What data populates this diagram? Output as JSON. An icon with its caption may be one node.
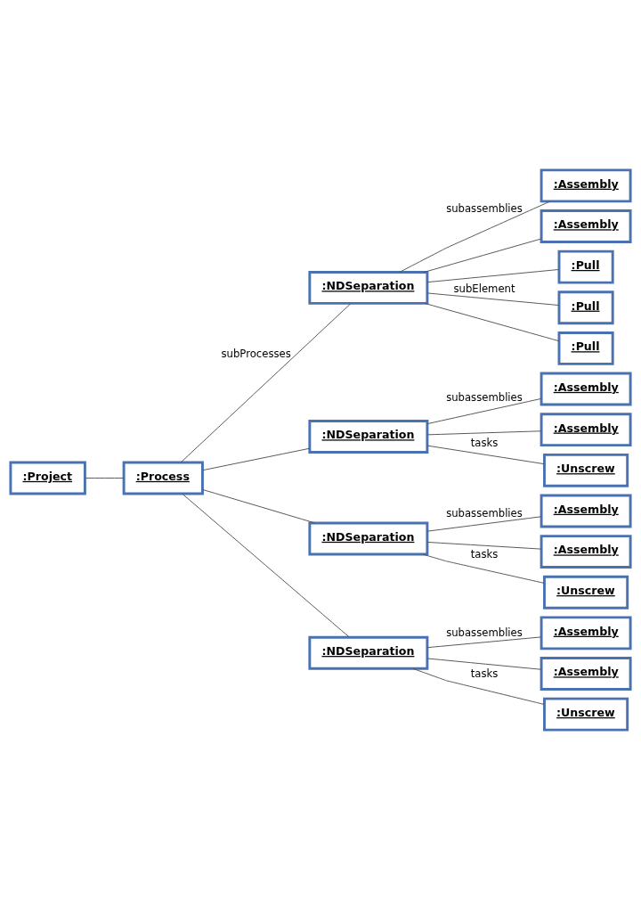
{
  "diagram": {
    "nodes": [
      {
        "text": [
          ":Project"
        ]
      },
      {
        "text": [
          ":Process"
        ]
      },
      {
        "text": [
          ":NDSeparation"
        ]
      },
      {
        "text": [
          ":Assembly"
        ]
      },
      {
        "text": [
          ":Assembly"
        ]
      },
      {
        "text": [
          ":Pull"
        ]
      },
      {
        "text": [
          ":Pull"
        ]
      },
      {
        "text": [
          ":Pull"
        ]
      },
      {
        "text": [
          ":NDSeparation"
        ]
      },
      {
        "text": [
          ":Assembly"
        ]
      },
      {
        "text": [
          ":Assembly"
        ]
      },
      {
        "text": [
          ":Unscrew"
        ]
      },
      {
        "text": [
          ":NDSeparation"
        ]
      },
      {
        "text": [
          ":Assembly"
        ]
      },
      {
        "text": [
          ":Assembly"
        ]
      },
      {
        "text": [
          ":Unscrew"
        ]
      },
      {
        "text": [
          ":NDSeparation"
        ]
      },
      {
        "text": [
          ":Assembly"
        ]
      },
      {
        "text": [
          ":Assembly"
        ]
      },
      {
        "text": [
          ":Unscrew"
        ]
      }
    ],
    "edges": [
      {
        "from": 0,
        "to": 1,
        "arrow": "none"
      },
      {
        "from": 1,
        "to": 2,
        "arrow": "none",
        "label": "subProcesses"
      },
      {
        "from": 2,
        "to": 3,
        "arrow": "none",
        "label": "subassemblies"
      },
      {
        "from": 2,
        "to": 4,
        "arrow": "none"
      },
      {
        "from": 2,
        "to": 5,
        "arrow": "none"
      },
      {
        "from": 2,
        "to": 6,
        "arrow": "none",
        "label": "subElement"
      },
      {
        "from": 2,
        "to": 7,
        "arrow": "none"
      },
      {
        "from": 1,
        "to": 8,
        "arrow": "none"
      },
      {
        "from": 8,
        "to": 9,
        "arrow": "none",
        "label": "subassemblies"
      },
      {
        "from": 8,
        "to": 10,
        "arrow": "none"
      },
      {
        "from": 8,
        "to": 11,
        "arrow": "none",
        "label": "tasks"
      },
      {
        "from": 1,
        "to": 12,
        "arrow": "none"
      },
      {
        "from": 12,
        "to": 13,
        "arrow": "none",
        "label": "subassemblies"
      },
      {
        "from": 12,
        "to": 14,
        "arrow": "none"
      },
      {
        "from": 12,
        "to": 15,
        "arrow": "none",
        "label": "tasks"
      },
      {
        "from": 1,
        "to": 16,
        "arrow": "none"
      },
      {
        "from": 16,
        "to": 17,
        "arrow": "none",
        "label": "subassemblies"
      },
      {
        "from": 16,
        "to": 18,
        "arrow": "none"
      },
      {
        "from": 16,
        "to": 19,
        "arrow": "none",
        "label": "tasks"
      }
    ]
  }
}
